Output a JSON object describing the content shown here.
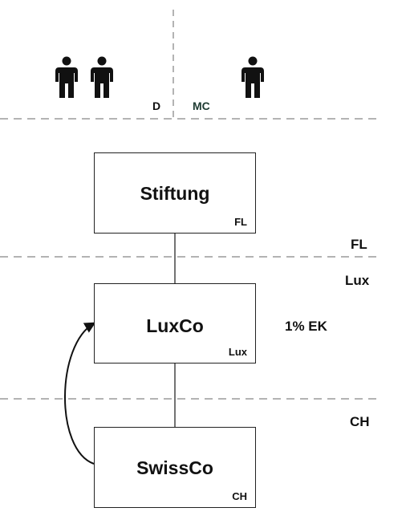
{
  "people": {
    "d_group_count": 2,
    "mc_group_count": 1,
    "icon": "person-icon"
  },
  "zones": {
    "d_label": "D",
    "mc_label": "MC",
    "fl_label": "FL",
    "lux_label": "Lux",
    "ch_label": "CH"
  },
  "entities": {
    "stiftung": {
      "name": "Stiftung",
      "jurisdiction": "FL"
    },
    "luxco": {
      "name": "LuxCo",
      "jurisdiction": "Lux"
    },
    "swissco": {
      "name": "SwissCo",
      "jurisdiction": "CH"
    }
  },
  "annotations": {
    "luxco_stake": "1% EK"
  },
  "colors": {
    "line": "#222222",
    "dashed": "#9a9a9a",
    "zone_label_green": "#1e3b32"
  }
}
